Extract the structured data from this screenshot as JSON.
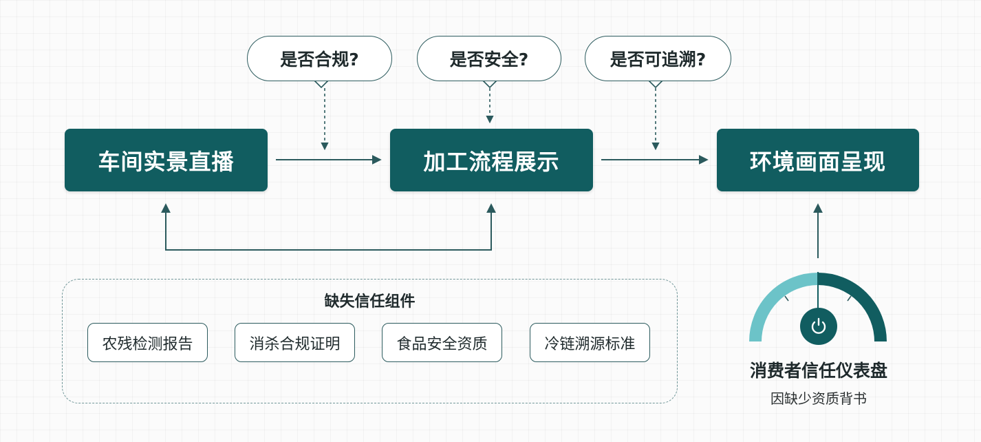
{
  "colors": {
    "primary": "#115d60",
    "gauge_light": "#6cc3c8",
    "gauge_dark": "#115d60",
    "line": "#2b5a5d"
  },
  "stages": [
    {
      "label": "车间实景直播"
    },
    {
      "label": "加工流程展示"
    },
    {
      "label": "环境画面呈现"
    }
  ],
  "questions": [
    {
      "label": "是否合规?"
    },
    {
      "label": "是否安全?"
    },
    {
      "label": "是否可追溯?"
    }
  ],
  "missing_group": {
    "title": "缺失信任组件",
    "items": [
      {
        "label": "农残检测报告"
      },
      {
        "label": "消杀合规证明"
      },
      {
        "label": "食品安全资质"
      },
      {
        "label": "冷链溯源标准"
      }
    ]
  },
  "gauge": {
    "title": "消费者信任仪表盘",
    "subtitle": "因缺少资质背书",
    "icon": "power-icon",
    "level": 0.5
  }
}
